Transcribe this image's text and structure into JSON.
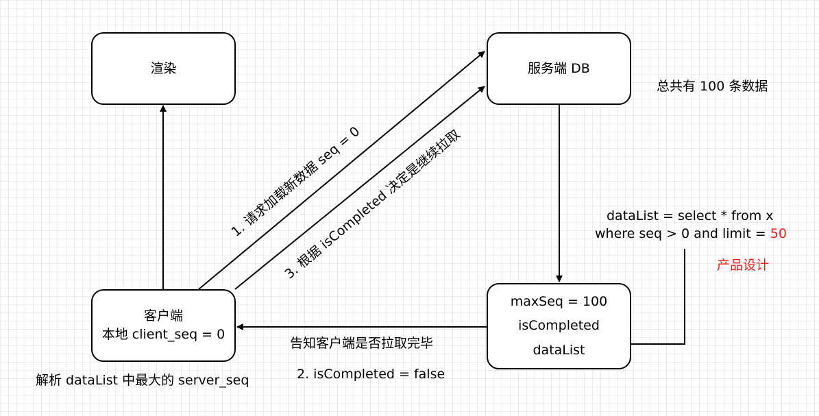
{
  "nodes": {
    "render": "渲染",
    "server": "服务端 DB",
    "client_line1": "客户端",
    "client_line2": "本地 client_seq = 0",
    "result_line1": "maxSeq = 100",
    "result_line2": "isCompleted",
    "result_line3": "dataList"
  },
  "labels": {
    "total": "总共有 100 条数据",
    "request": "1. 请求加载新数据 seq = 0",
    "decide": "3. 根据 isCompleted 决定是继续拉取",
    "query_line1": "dataList = select * from x",
    "query_line2_prefix": "where seq > 0 and limit = ",
    "query_limit": "50",
    "product": "产品设计",
    "notify": "告知客户端是否拉取完毕",
    "is_completed": "2. isCompleted = false",
    "parse": "解析 dataList 中最大的 server_seq"
  },
  "colors": {
    "stroke": "#000000",
    "highlight": "#ff1a1a",
    "grid": "#ececec"
  }
}
